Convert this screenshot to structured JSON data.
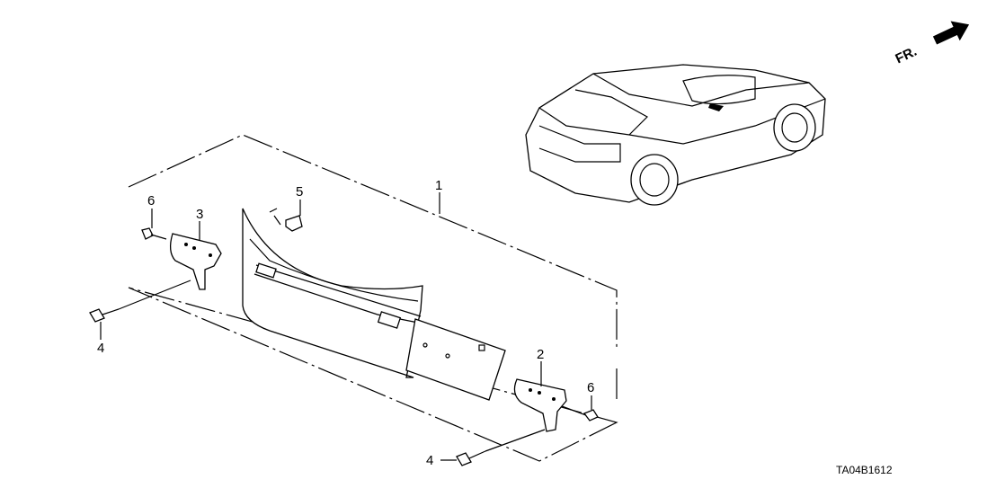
{
  "diagram": {
    "callouts": {
      "part_1": "1",
      "part_2": "2",
      "part_3": "3",
      "part_4_left": "4",
      "part_4_bottom": "4",
      "part_5": "5",
      "part_6_left": "6",
      "part_6_right": "6"
    },
    "direction_label": "FR.",
    "diagram_code": "TA04B1612"
  }
}
